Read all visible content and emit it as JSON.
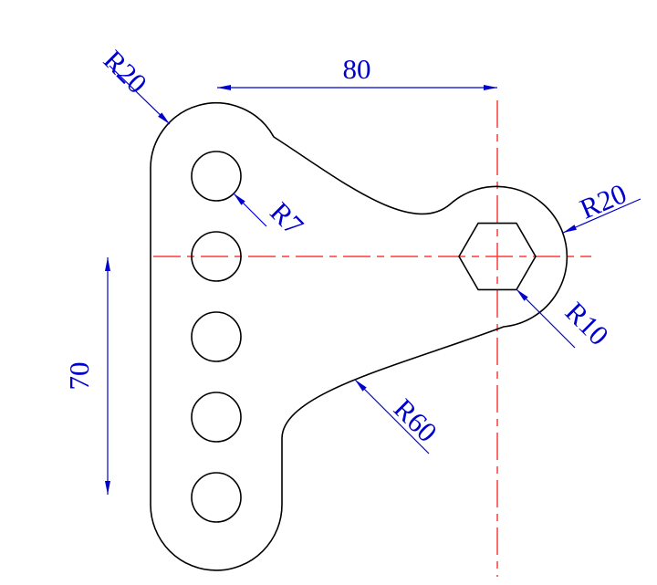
{
  "drawing": {
    "labels": {
      "outer_radius_top_left": "R20",
      "horizontal_distance": "80",
      "hole_radius": "R7",
      "boss_radius": "R20",
      "hex_socket_radius": "R10",
      "fillet_radius": "R60",
      "vertical_distance": "70"
    },
    "colors": {
      "dimension": "#0000cc",
      "centerline": "#fa3c3c",
      "outline": "#000000",
      "background": "#ffffff"
    }
  }
}
